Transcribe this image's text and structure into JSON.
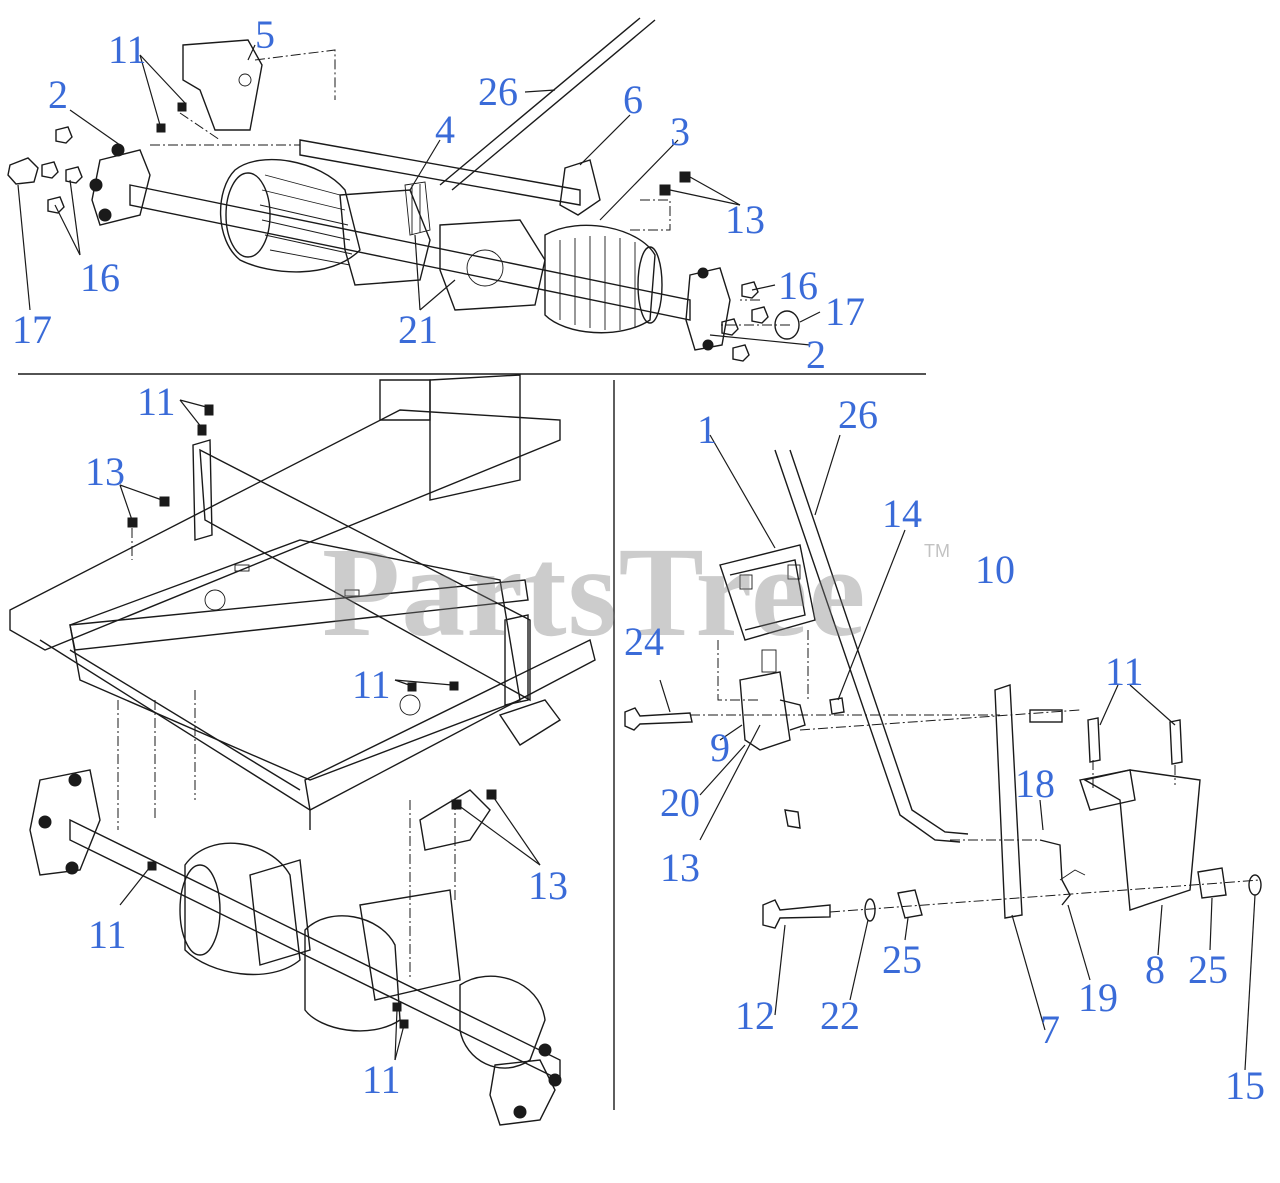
{
  "watermark": {
    "text": "PartsTree",
    "trademark": "TM"
  },
  "colors": {
    "callout": "#3a6bd8",
    "line": "#1a1a1a",
    "watermark": "#8a8a8a"
  },
  "callouts": {
    "top": {
      "c11": "11",
      "c5": "5",
      "c2a": "2",
      "c26": "26",
      "c6": "6",
      "c4": "4",
      "c3": "3",
      "c13": "13",
      "c16a": "16",
      "c17a": "17",
      "c21": "21",
      "c16b": "16",
      "c17b": "17",
      "c2b": "2"
    },
    "left": {
      "c11a": "11",
      "c13a": "13",
      "c11b": "11",
      "c13b": "13",
      "c11c": "11",
      "c11d": "11"
    },
    "right": {
      "c1": "1",
      "c26": "26",
      "c14": "14",
      "c10": "10",
      "c24": "24",
      "c11": "11",
      "c9": "9",
      "c20": "20",
      "c13": "13",
      "c18": "18",
      "c12": "12",
      "c22": "22",
      "c25a": "25",
      "c7": "7",
      "c19": "19",
      "c8": "8",
      "c25b": "25",
      "c15": "15"
    }
  }
}
